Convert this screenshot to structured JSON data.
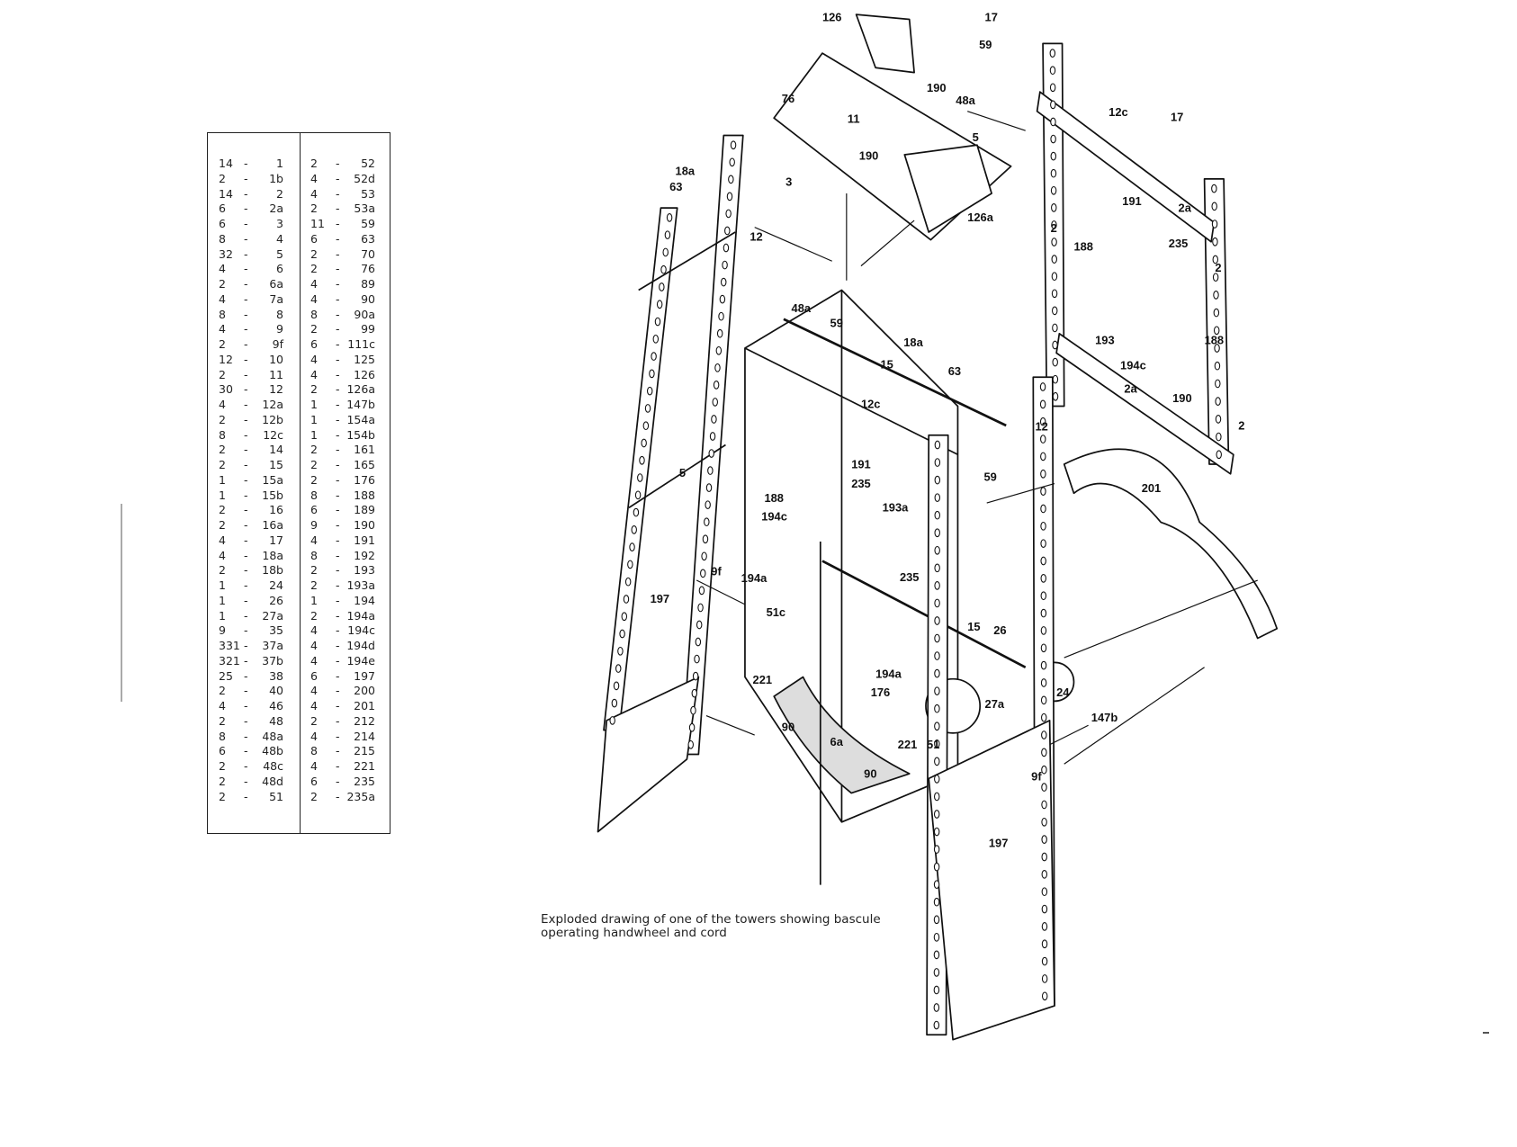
{
  "parts_list": {
    "left_column": [
      [
        "14",
        "1"
      ],
      [
        "2",
        "1b"
      ],
      [
        "14",
        "2"
      ],
      [
        "6",
        "2a"
      ],
      [
        "6",
        "3"
      ],
      [
        "8",
        "4"
      ],
      [
        "32",
        "5"
      ],
      [
        "4",
        "6"
      ],
      [
        "2",
        "6a"
      ],
      [
        "4",
        "7a"
      ],
      [
        "8",
        "8"
      ],
      [
        "4",
        "9"
      ],
      [
        "2",
        "9f"
      ],
      [
        "12",
        "10"
      ],
      [
        "2",
        "11"
      ],
      [
        "30",
        "12"
      ],
      [
        "4",
        "12a"
      ],
      [
        "2",
        "12b"
      ],
      [
        "8",
        "12c"
      ],
      [
        "2",
        "14"
      ],
      [
        "2",
        "15"
      ],
      [
        "1",
        "15a"
      ],
      [
        "1",
        "15b"
      ],
      [
        "2",
        "16"
      ],
      [
        "2",
        "16a"
      ],
      [
        "4",
        "17"
      ],
      [
        "4",
        "18a"
      ],
      [
        "2",
        "18b"
      ],
      [
        "1",
        "24"
      ],
      [
        "1",
        "26"
      ],
      [
        "1",
        "27a"
      ],
      [
        "9",
        "35"
      ],
      [
        "331",
        "37a"
      ],
      [
        "321",
        "37b"
      ],
      [
        "25",
        "38"
      ],
      [
        "2",
        "40"
      ],
      [
        "4",
        "46"
      ],
      [
        "2",
        "48"
      ],
      [
        "8",
        "48a"
      ],
      [
        "6",
        "48b"
      ],
      [
        "2",
        "48c"
      ],
      [
        "2",
        "48d"
      ],
      [
        "2",
        "51"
      ]
    ],
    "right_column": [
      [
        "2",
        "52"
      ],
      [
        "4",
        "52d"
      ],
      [
        "4",
        "53"
      ],
      [
        "2",
        "53a"
      ],
      [
        "11",
        "59"
      ],
      [
        "6",
        "63"
      ],
      [
        "2",
        "70"
      ],
      [
        "2",
        "76"
      ],
      [
        "4",
        "89"
      ],
      [
        "4",
        "90"
      ],
      [
        "8",
        "90a"
      ],
      [
        "2",
        "99"
      ],
      [
        "6",
        "111c"
      ],
      [
        "4",
        "125"
      ],
      [
        "4",
        "126"
      ],
      [
        "2",
        "126a"
      ],
      [
        "1",
        "147b"
      ],
      [
        "1",
        "154a"
      ],
      [
        "1",
        "154b"
      ],
      [
        "2",
        "161"
      ],
      [
        "2",
        "165"
      ],
      [
        "2",
        "176"
      ],
      [
        "8",
        "188"
      ],
      [
        "6",
        "189"
      ],
      [
        "9",
        "190"
      ],
      [
        "4",
        "191"
      ],
      [
        "8",
        "192"
      ],
      [
        "2",
        "193"
      ],
      [
        "2",
        "193a"
      ],
      [
        "1",
        "194"
      ],
      [
        "2",
        "194a"
      ],
      [
        "4",
        "194c"
      ],
      [
        "4",
        "194d"
      ],
      [
        "4",
        "194e"
      ],
      [
        "6",
        "197"
      ],
      [
        "4",
        "200"
      ],
      [
        "4",
        "201"
      ],
      [
        "2",
        "212"
      ],
      [
        "4",
        "214"
      ],
      [
        "8",
        "215"
      ],
      [
        "4",
        "221"
      ],
      [
        "6",
        "235"
      ],
      [
        "2",
        "235a"
      ]
    ],
    "separator": "-"
  },
  "diagram": {
    "callouts": [
      "126",
      "17",
      "59",
      "190",
      "48a",
      "76",
      "11",
      "5",
      "12c",
      "17",
      "190",
      "18a",
      "3",
      "63",
      "126a",
      "191",
      "2a",
      "2",
      "235",
      "188",
      "12",
      "2",
      "48a",
      "59",
      "193",
      "188",
      "18a",
      "15",
      "63",
      "194c",
      "2a",
      "190",
      "12c",
      "12",
      "191",
      "5",
      "59",
      "235",
      "201",
      "188",
      "193a",
      "194c",
      "2",
      "235",
      "9f",
      "194a",
      "197",
      "51c",
      "15",
      "26",
      "24",
      "194a",
      "221",
      "176",
      "27a",
      "147b",
      "90",
      "6a",
      "221",
      "51",
      "9f",
      "90",
      "197"
    ]
  },
  "caption": {
    "line1": "Exploded drawing of one of the towers showing bascule",
    "line2": "operating handwheel and cord"
  }
}
